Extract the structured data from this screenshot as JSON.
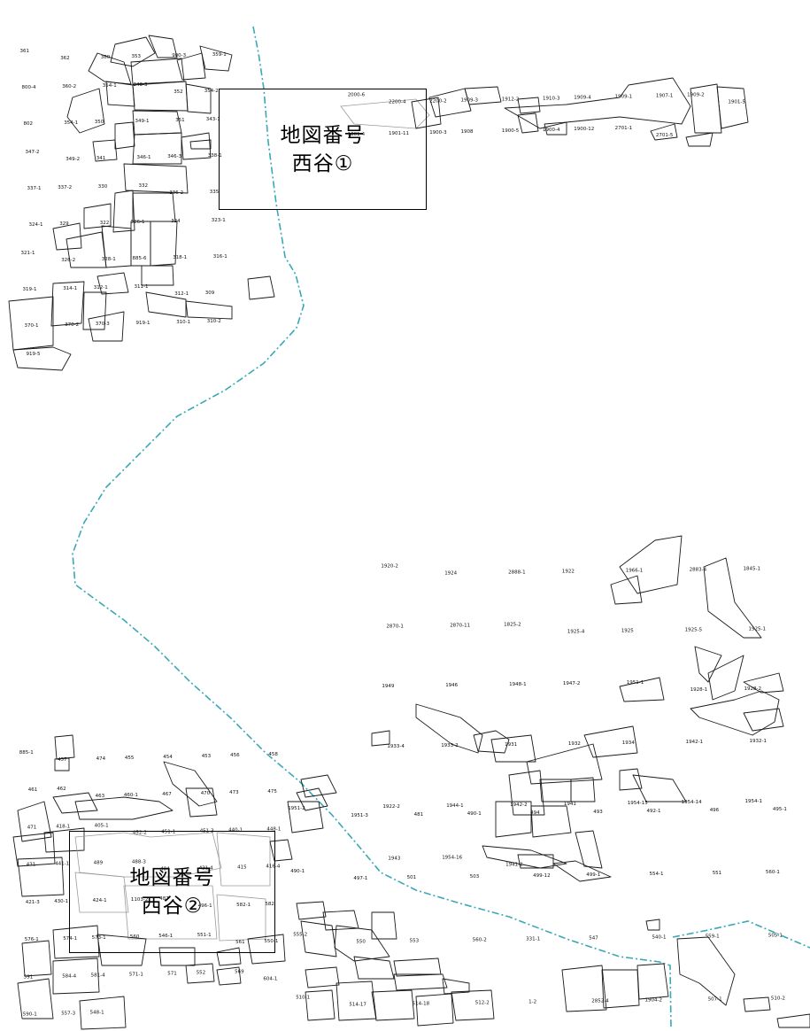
{
  "map_boxes": [
    {
      "line1": "地図番号",
      "line2": "西谷①"
    },
    {
      "line1": "地図番号",
      "line2": "西谷②"
    }
  ],
  "boundary": {
    "color": "#3aa8b6",
    "style": "dash-dot"
  },
  "parcels": {
    "nw": [
      "361",
      "362",
      "360",
      "353",
      "900-3",
      "359-1",
      "800-4",
      "360-2",
      "354-1",
      "343-3",
      "352",
      "354-2",
      "802",
      "354-1",
      "350",
      "349-1",
      "351",
      "343-1",
      "347-2",
      "349-2",
      "341",
      "346-1",
      "346-3",
      "338-1",
      "337-1",
      "337-2",
      "330",
      "332",
      "336-2",
      "335",
      "324-1",
      "329",
      "322",
      "326-1",
      "324",
      "323-1",
      "321-1",
      "326-2",
      "328-1",
      "885-6",
      "318-1",
      "316-1",
      "319-1",
      "314-1",
      "312-1",
      "311-1",
      "312-1",
      "309",
      "370-1",
      "370-2",
      "370-3",
      "919-1",
      "310-1",
      "310-2",
      "919-5"
    ],
    "ne": [
      "2000-6",
      "2200-4",
      "2200-2",
      "1909-3",
      "1912-2",
      "1910-3",
      "1909-4",
      "1909-1",
      "1907-1",
      "1909-2",
      "1901-5",
      "1901-4",
      "1901-11",
      "1900-3",
      "1908",
      "1900-5",
      "1900-4",
      "1900-12",
      "2701-1",
      "2701-5"
    ],
    "e": [
      "1920-2",
      "1924",
      "2888-1",
      "1922",
      "1966-1",
      "2883-4",
      "1845-1",
      "2870-1",
      "2870-11",
      "1825-2",
      "1925-4",
      "1925",
      "1925-5",
      "1925-1",
      "1949",
      "1946",
      "1948-1",
      "1947-2",
      "1951-1",
      "1928-1",
      "1928-2",
      "1933-4",
      "1933-2",
      "1931",
      "1932",
      "1934",
      "1942-1",
      "1932-1",
      "1922-2",
      "1944-1",
      "1942-2",
      "1941",
      "1954-15",
      "1954-14",
      "1954-1",
      "1943",
      "1954-16",
      "1941-2"
    ],
    "sw": [
      "885-1",
      "457",
      "474",
      "455",
      "454",
      "453",
      "456",
      "458",
      "461",
      "462",
      "463",
      "460-1",
      "467",
      "470",
      "473",
      "475",
      "471",
      "418-1",
      "405-1",
      "452-2",
      "451-1",
      "451-3",
      "440-1",
      "448-1",
      "431",
      "441-1",
      "489",
      "488-3",
      "484",
      "421-4",
      "415",
      "416-4",
      "421-3",
      "430-1",
      "424-1",
      "1103-2",
      "487",
      "496-1",
      "582-1",
      "582",
      "576-1",
      "574-1",
      "573-1",
      "560",
      "546-1",
      "551-1",
      "561",
      "550-1",
      "591",
      "584-4",
      "581-4",
      "571-1",
      "571",
      "552",
      "569",
      "604-1",
      "590-1",
      "557-3",
      "548-1"
    ],
    "s": [
      "1951-2",
      "1951-3",
      "481",
      "490-1",
      "494",
      "493",
      "492-1",
      "496",
      "495-1",
      "490-1",
      "497-1",
      "501",
      "503",
      "499-12",
      "499-1",
      "554-1",
      "551",
      "560-1",
      "555-2",
      "550",
      "553",
      "560-2",
      "331-1",
      "547",
      "540-1",
      "559-1",
      "505-1",
      "510-1",
      "514-17",
      "514-18",
      "512-2",
      "1-2",
      "2852-4",
      "1904-2",
      "507-1",
      "510-2"
    ]
  }
}
